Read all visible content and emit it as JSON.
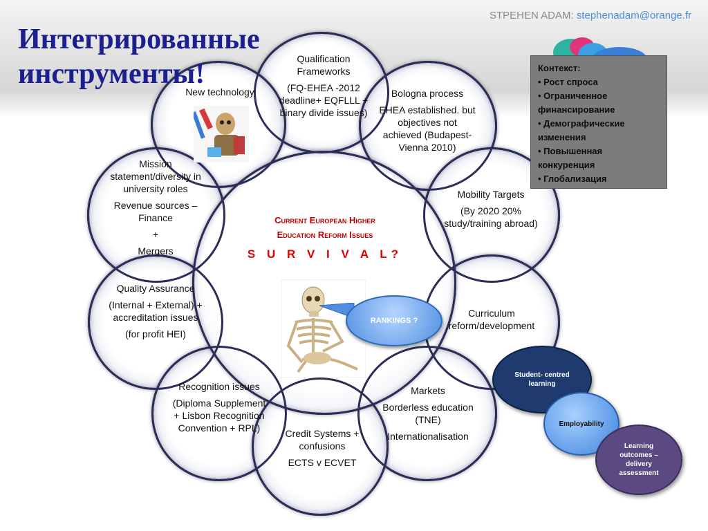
{
  "header": {
    "author_name": "STPEHEN ADAM:",
    "author_email": "stephenadam@orange.fr",
    "title_line1": "Интегрированные",
    "title_line2": "инструменты!"
  },
  "context_box": {
    "heading": "Контекст:",
    "items": [
      "• Рост спроса",
      "• Ограниченное финансирование",
      "• Демографические изменения",
      "• Повышенная конкуренция",
      "• Глобализация"
    ]
  },
  "center": {
    "title_line1": "Current European Higher",
    "title_line2": "Education Reform Issues",
    "survival": "S U  R V I V A L?"
  },
  "circles": {
    "qualification": [
      "Qualification Frameworks",
      "(FQ-EHEA -2012 deadline+ EQFLLL + binary divide issues)"
    ],
    "bologna": [
      "Bologna process",
      "EHEA established. but objectives not achieved (Budapest-Vienna 2010)"
    ],
    "new_technology": [
      "New technology"
    ],
    "mission": [
      "Mission statement/diversity in university roles",
      "Revenue sources – Finance",
      "+",
      "Mergers"
    ],
    "mobility": [
      "Mobility Targets",
      "(By 2020 20% study/training abroad)"
    ],
    "quality": [
      "Quality Assurance",
      "(Internal + External) + accreditation issues",
      "(for profit HEI)"
    ],
    "curriculum": [
      "Curriculum reform/development"
    ],
    "recognition": [
      "Recognition issues",
      "(Diploma Supplement + Lisbon Recognition Convention + RPL)"
    ],
    "markets": [
      "Markets",
      "Borderless education (TNE)",
      "Internationalisation"
    ],
    "credit": [
      "Credit Systems + confusions",
      "ECTS v ECVET"
    ]
  },
  "rankings": "RANKINGS ?",
  "bubbles": {
    "student": "Student- centred learning",
    "employability": "Employability",
    "learning": "Learning outcomes – delivery assessment"
  },
  "colors": {
    "title": "#1b1f8f",
    "circle_border": "#2b2f55",
    "center_title": "#c00000",
    "context_bg": "#7c7c7c"
  }
}
